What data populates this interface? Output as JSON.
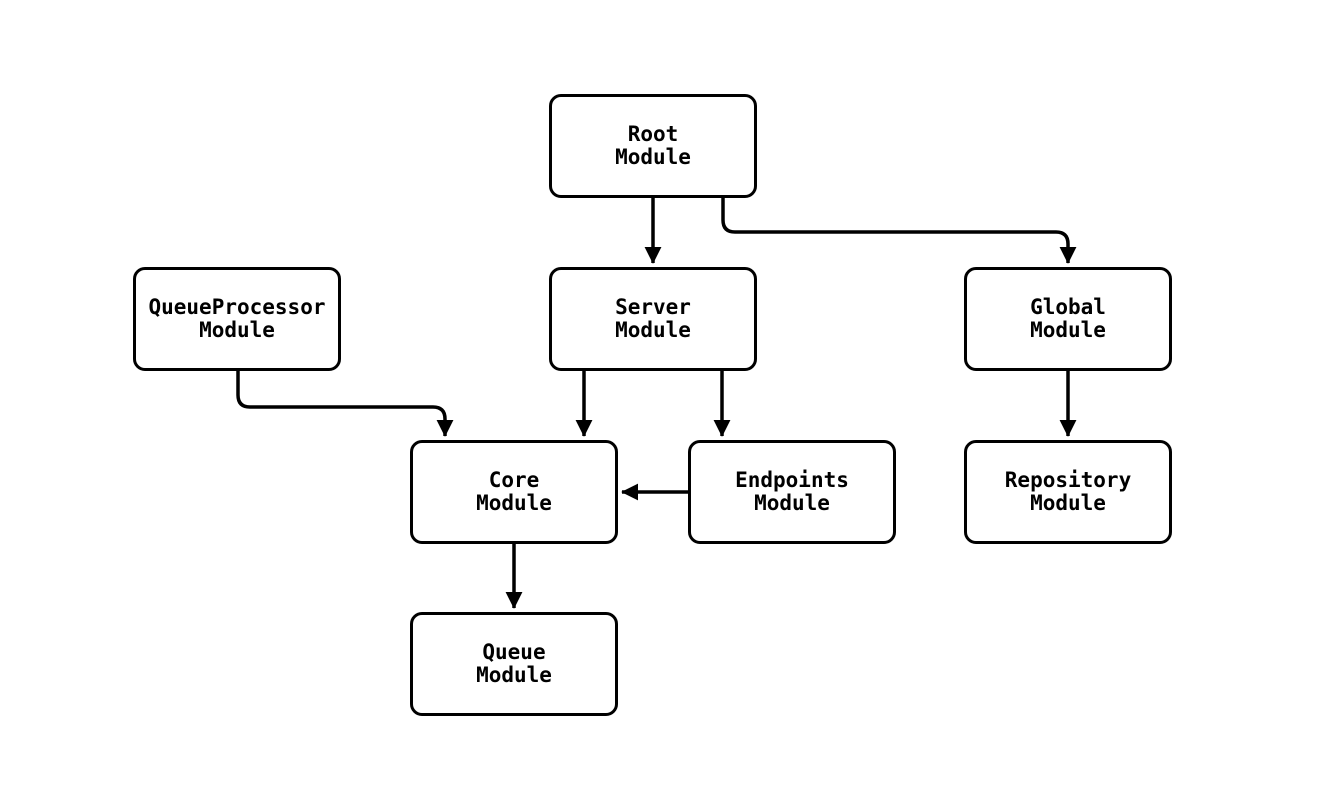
{
  "diagram": {
    "type": "module-dependency-flowchart",
    "colors": {
      "background": "#ffffff",
      "node_fill": "#ffffff",
      "node_border": "#000000",
      "edge": "#000000",
      "text": "#000000"
    },
    "nodes": [
      {
        "id": "root",
        "label": "Root\nModule"
      },
      {
        "id": "queueprocessor",
        "label": "QueueProcessor\nModule"
      },
      {
        "id": "server",
        "label": "Server\nModule"
      },
      {
        "id": "global",
        "label": "Global\nModule"
      },
      {
        "id": "core",
        "label": "Core\nModule"
      },
      {
        "id": "endpoints",
        "label": "Endpoints\nModule"
      },
      {
        "id": "repository",
        "label": "Repository\nModule"
      },
      {
        "id": "queue",
        "label": "Queue\nModule"
      }
    ],
    "edges": [
      {
        "from": "root",
        "to": "server"
      },
      {
        "from": "root",
        "to": "global"
      },
      {
        "from": "queueprocessor",
        "to": "core"
      },
      {
        "from": "server",
        "to": "core"
      },
      {
        "from": "server",
        "to": "endpoints"
      },
      {
        "from": "endpoints",
        "to": "core"
      },
      {
        "from": "core",
        "to": "queue"
      },
      {
        "from": "global",
        "to": "repository"
      }
    ]
  }
}
